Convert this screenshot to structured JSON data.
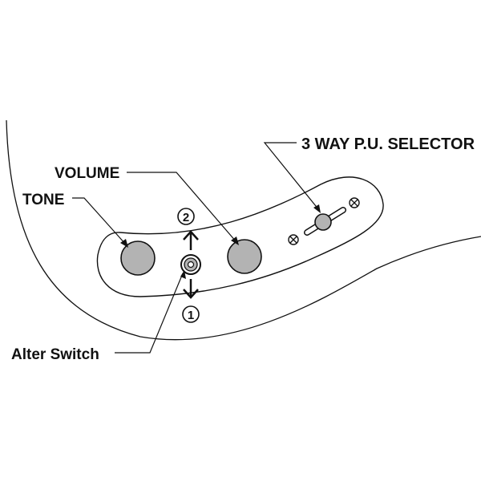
{
  "labels": {
    "selector": "3 WAY P.U. SELECTOR",
    "volume": "VOLUME",
    "tone": "TONE",
    "alter_switch": "Alter Switch"
  },
  "positions": {
    "up": "2",
    "down": "1"
  },
  "colors": {
    "knob_fill": "#b3b3b3",
    "line": "#111111",
    "background": "#ffffff"
  }
}
